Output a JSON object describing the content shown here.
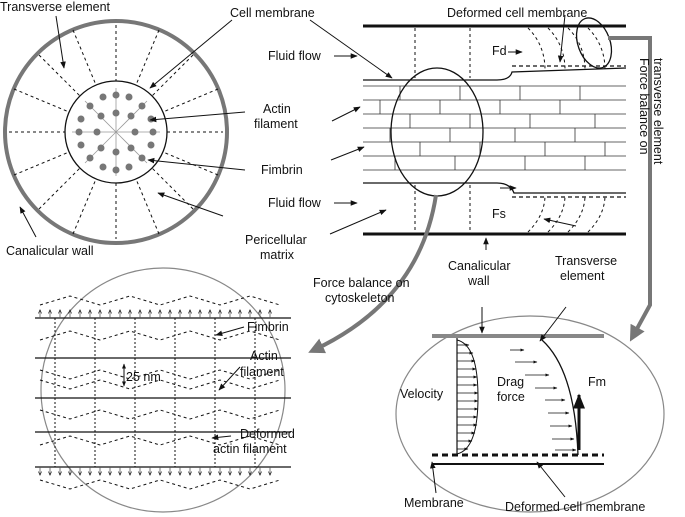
{
  "labels": {
    "transverse_element_top": "Transverse element",
    "cell_membrane": "Cell membrane",
    "deformed_cell_membrane_top": "Deformed cell membrane",
    "fluid_flow_top": "Fluid flow",
    "fd": "Fd",
    "actin_filament_1": "Actin",
    "actin_filament_2": "filament",
    "fimbrin_top": "Fimbrin",
    "fluid_flow_bottom": "Fluid flow",
    "fs": "Fs",
    "pericellular_1": "Pericellular",
    "pericellular_2": "matrix",
    "canalicular_wall_left": "Canalicular wall",
    "force_balance_transverse_1": "Force balance on",
    "force_balance_transverse_2": "transverse element",
    "force_balance_cyto_1": "Force balance on",
    "force_balance_cyto_2": "cytoskeleton",
    "canalicular_wall_mid_1": "Canalicular",
    "canalicular_wall_mid_2": "wall",
    "transverse_element_mid_1": "Transverse",
    "transverse_element_mid_2": "element",
    "fimbrin_bottom": "Fimbrin",
    "actin_filament_b1": "Actin",
    "actin_filament_b2": "filament",
    "nm25": "25 nm",
    "deformed_actin_1": "Deformed",
    "deformed_actin_2": "actin filament",
    "velocity": "Velocity",
    "drag_1": "Drag",
    "drag_2": "force",
    "fm": "Fm",
    "membrane": "Membrane",
    "deformed_cell_membrane_bottom": "Deformed cell membrane"
  }
}
